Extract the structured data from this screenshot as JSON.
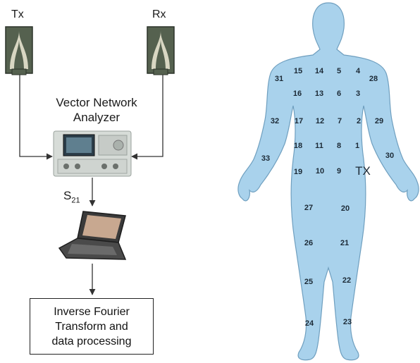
{
  "setup": {
    "tx_label": "Tx",
    "rx_label": "Rx",
    "vna_label": "Vector Network\nAnalyzer",
    "s_param_main": "S",
    "s_param_sub": "21",
    "processing_label": "Inverse Fourier\nTransform and\ndata processing"
  },
  "body_map": {
    "tx_label": "TX",
    "positions": [
      "1",
      "2",
      "3",
      "4",
      "5",
      "6",
      "7",
      "8",
      "9",
      "10",
      "11",
      "12",
      "13",
      "14",
      "15",
      "16",
      "17",
      "18",
      "19",
      "20",
      "21",
      "22",
      "23",
      "24",
      "25",
      "26",
      "27",
      "28",
      "29",
      "30",
      "31",
      "32",
      "33"
    ]
  },
  "colors": {
    "body_fill": "#a9d2ec",
    "body_stroke": "#6f9fbf",
    "line": "#333333"
  }
}
